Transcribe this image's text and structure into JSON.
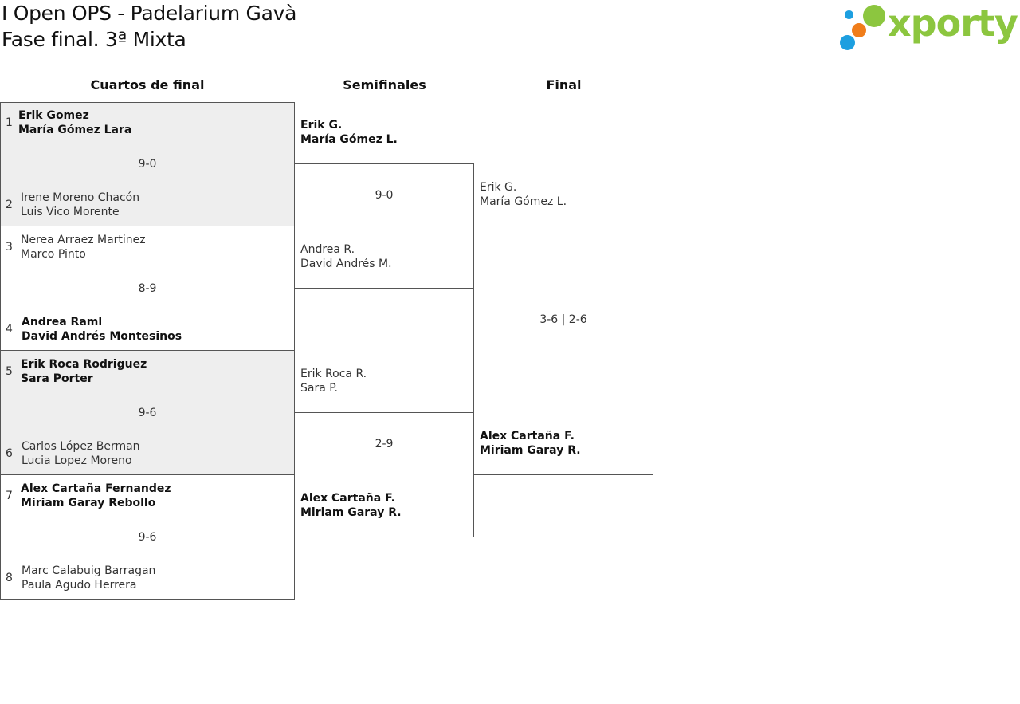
{
  "header": {
    "title": "I Open OPS - Padelarium Gavà",
    "subtitle": "Fase final. 3ª Mixta",
    "logo_text": "xporty",
    "logo_colors": {
      "text": "#8cc63f",
      "blue": "#1d9fe0",
      "orange": "#f07d1a",
      "green": "#8cc63f"
    }
  },
  "rounds": [
    "Cuartos de final",
    "Semifinales",
    "Final"
  ],
  "quarterfinals": [
    {
      "score": "9-0",
      "top": {
        "seed": "1",
        "p1": "Erik Gomez",
        "p2": "María Gómez Lara"
      },
      "bottom": {
        "seed": "2",
        "p1": "Irene Moreno Chacón",
        "p2": "Luis Vico Morente"
      }
    },
    {
      "score": "8-9",
      "top": {
        "seed": "3",
        "p1": "Nerea Arraez Martinez",
        "p2": "Marco Pinto"
      },
      "bottom": {
        "seed": "4",
        "p1": "Andrea Raml",
        "p2": "David Andrés Montesinos"
      }
    },
    {
      "score": "9-6",
      "top": {
        "seed": "5",
        "p1": "Erik Roca Rodriguez",
        "p2": "Sara Porter"
      },
      "bottom": {
        "seed": "6",
        "p1": "Carlos López Berman",
        "p2": "Lucia Lopez Moreno"
      }
    },
    {
      "score": "9-6",
      "top": {
        "seed": "7",
        "p1": "Alex Cartaña Fernandez",
        "p2": "Miriam Garay Rebollo"
      },
      "bottom": {
        "seed": "8",
        "p1": "Marc Calabuig Barragan",
        "p2": "Paula Agudo Herrera"
      }
    }
  ],
  "semifinals": [
    {
      "score": "9-0",
      "top": {
        "p1": "Erik G.",
        "p2": "María Gómez L."
      },
      "bottom": {
        "p1": "Andrea R.",
        "p2": "David Andrés M."
      }
    },
    {
      "score": "2-9",
      "top": {
        "p1": "Erik Roca R.",
        "p2": "Sara P."
      },
      "bottom": {
        "p1": "Alex Cartaña F.",
        "p2": "Miriam Garay R."
      }
    }
  ],
  "final": {
    "score": "3-6 | 2-6",
    "top": {
      "p1": "Erik G.",
      "p2": "María Gómez L."
    },
    "bottom": {
      "p1": "Alex Cartaña F.",
      "p2": "Miriam Garay R."
    }
  }
}
